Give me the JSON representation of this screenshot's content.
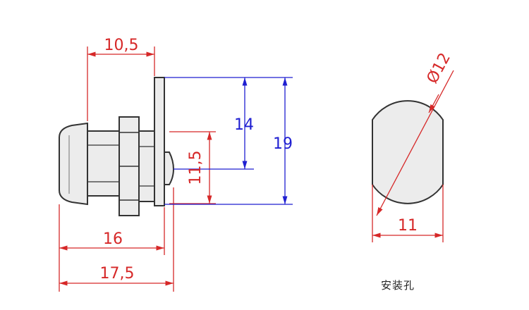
{
  "dimensions": {
    "top_width": "10,5",
    "height_14": "14",
    "height_19": "19",
    "height_11_5": "11,5",
    "body_16": "16",
    "total_17_5": "17,5",
    "hole_diameter": "Ø12",
    "hole_flat": "11"
  },
  "caption": "安装孔",
  "colors": {
    "red_dimension": "#d62828",
    "blue_dimension": "#1f1fd1",
    "part_fill": "#ececec",
    "outline": "#333333"
  }
}
